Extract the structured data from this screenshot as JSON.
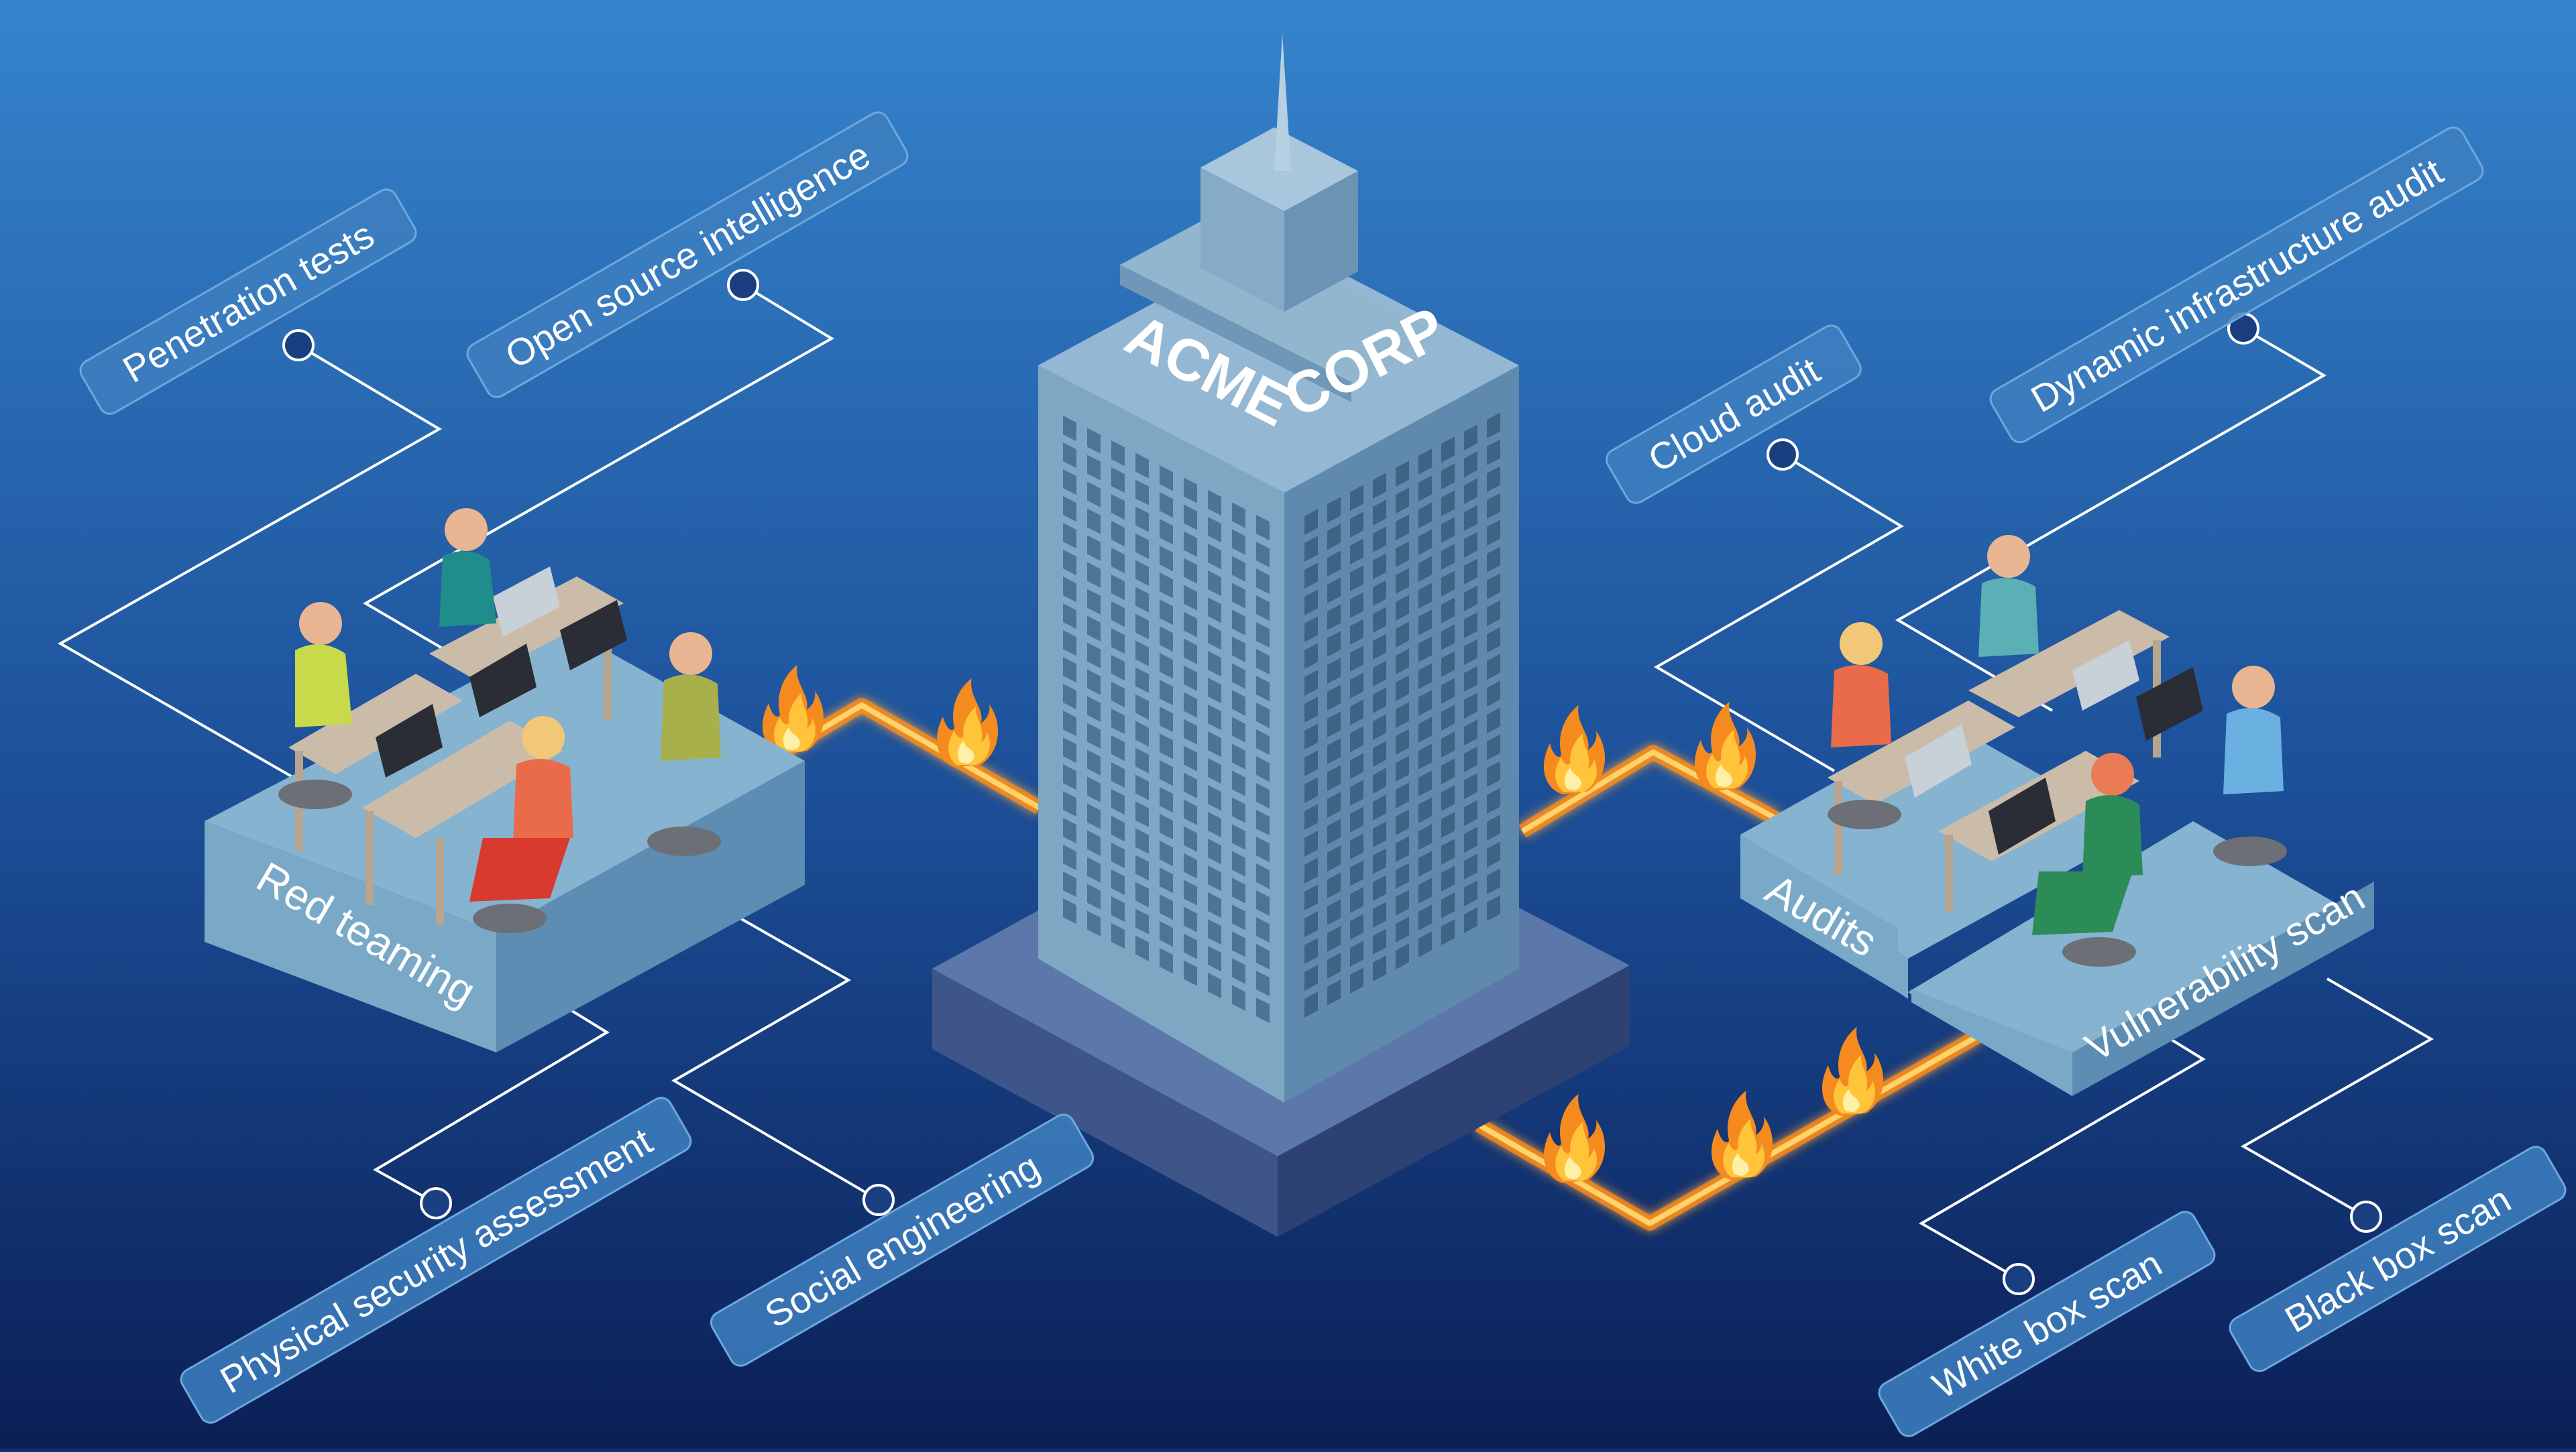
{
  "building": {
    "sign_left": "ACME",
    "sign_right": "CORP"
  },
  "platforms": {
    "left": "Red teaming",
    "right_small": "Audits",
    "right_large": "Vulnerability scan"
  },
  "labels": {
    "penetration_tests": "Penetration tests",
    "open_source_intelligence": "Open source intelligence",
    "physical_security_assessment": "Physical security assessment",
    "social_engineering": "Social engineering",
    "cloud_audit": "Cloud audit",
    "dynamic_infrastructure_audit": "Dynamic infrastructure audit",
    "white_box_scan": "White box scan",
    "black_box_scan": "Black box scan"
  },
  "colors": {
    "background_top": "#3584cc",
    "background_bottom": "#0b1f56",
    "building_front": "#7ea7c4",
    "building_side": "#5f8aad",
    "platform_top": "#86b3d0",
    "fire_line": "#ff9a1f",
    "label_pill": "#3d7fbf"
  }
}
